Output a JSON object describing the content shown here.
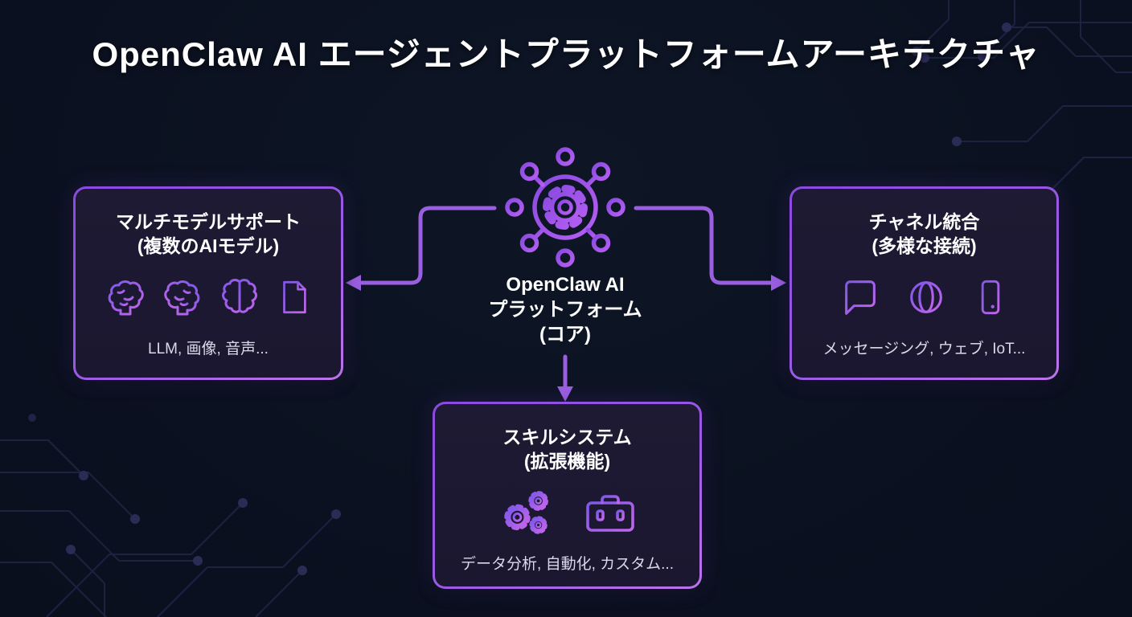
{
  "title": "OpenClaw AI エージェントプラットフォームアーキテクチャ",
  "core": {
    "line1": "OpenClaw AI",
    "line2": "プラットフォーム",
    "line3": "(コア)",
    "icon": "hub-network-gear-icon"
  },
  "boxes": {
    "models": {
      "title": "マルチモデルサポート",
      "subtitle": "(複数のAIモデル)",
      "caption": "LLM, 画像, 音声...",
      "icons": [
        "brain-icon",
        "brain-icon",
        "brain-hemispheres-icon",
        "document-icon"
      ]
    },
    "channels": {
      "title": "チャネル統合",
      "subtitle": "(多様な接続)",
      "caption": "メッセージング, ウェブ, IoT...",
      "icons": [
        "chat-bubble-icon",
        "globe-icon",
        "smartphone-icon"
      ]
    },
    "skills": {
      "title": "スキルシステム",
      "subtitle": "(拡張機能)",
      "caption": "データ分析, 自動化, カスタム...",
      "icons": [
        "gears-icon",
        "toolbox-icon"
      ]
    }
  },
  "colors": {
    "background": "#0b1120",
    "card_background": "#1e1a33",
    "card_border_start": "#8a4ae0",
    "card_border_end": "#bb74ea",
    "arrow": "#9a5fe0",
    "icon_gradient_start": "#7e57e8",
    "icon_gradient_end": "#c466ec",
    "circuit_line": "#1d2644",
    "circuit_dot": "#2a2c55",
    "text_primary": "#ffffff",
    "text_caption": "#dcd8ea"
  }
}
